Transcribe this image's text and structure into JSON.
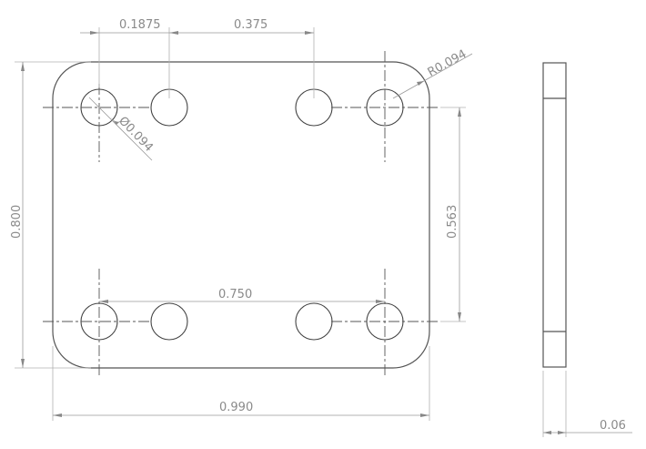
{
  "drawing": {
    "view_front": "front-view",
    "view_side": "side-view",
    "dimensions": {
      "hole_spacing_small": "0.1875",
      "hole_spacing_mid": "0.375",
      "corner_radius": "R0.094",
      "hole_diameter": "Ø0.094",
      "height_overall": "0.800",
      "hole_row_spacing": "0.563",
      "hole_outer_spacing": "0.750",
      "width_overall": "0.990",
      "thickness": "0.06"
    },
    "colors": {
      "outline": "#555555",
      "dimension": "#8a8a8a",
      "background": "#ffffff"
    }
  }
}
